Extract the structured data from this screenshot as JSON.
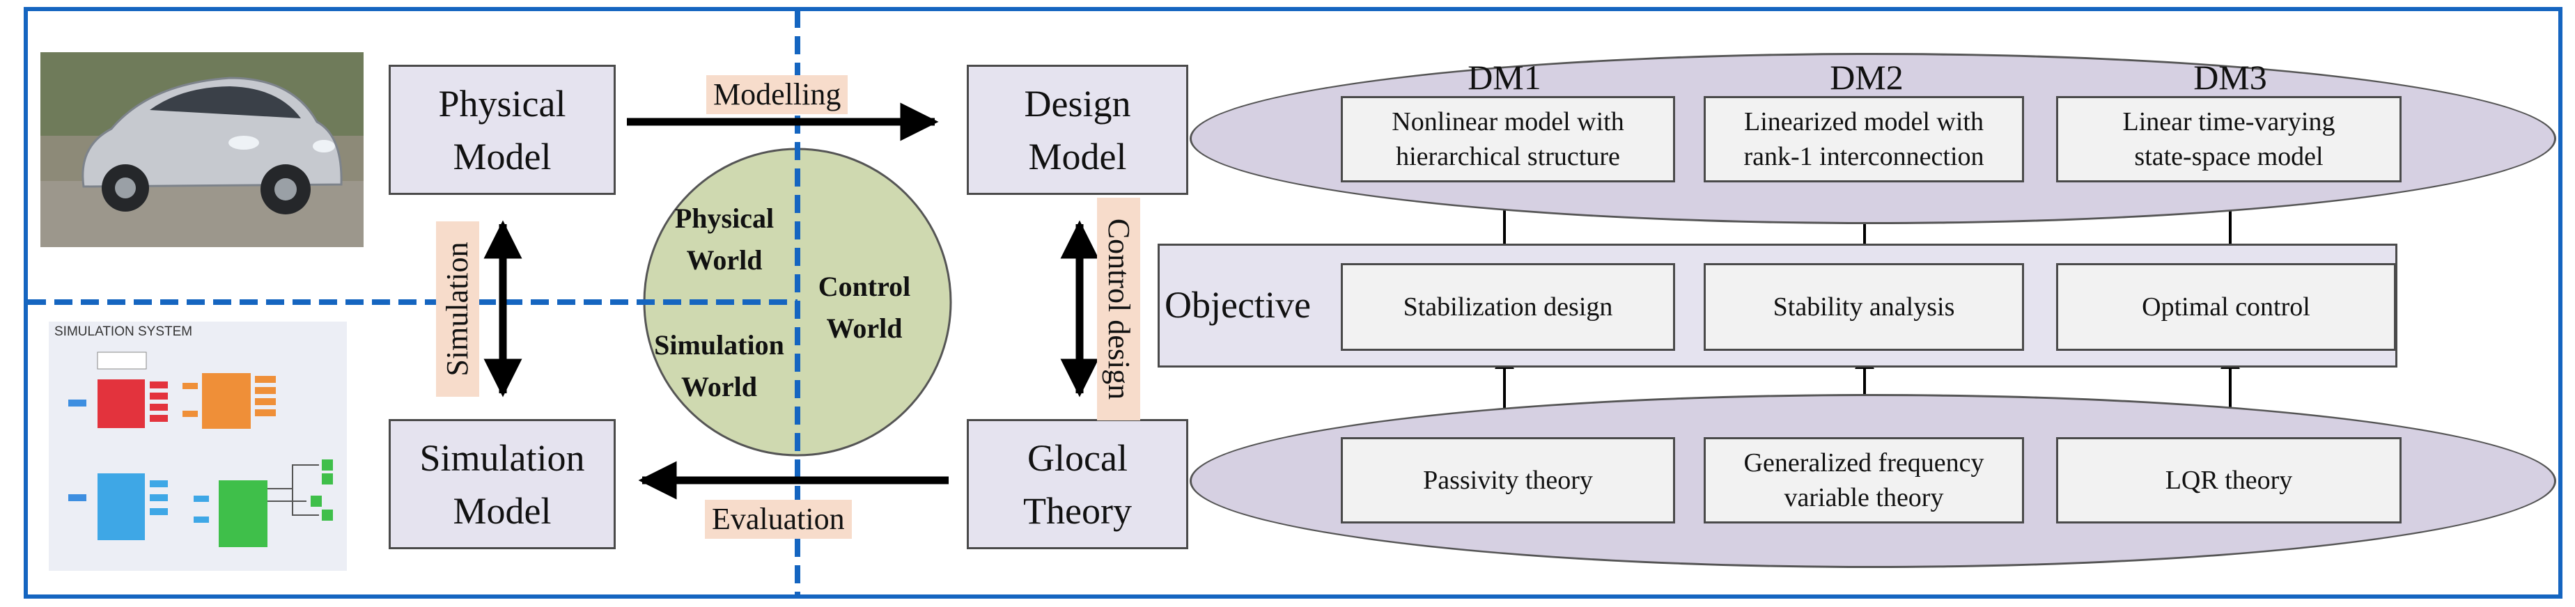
{
  "left": {
    "physical_model": [
      "Physical",
      "Model"
    ],
    "design_model": [
      "Design",
      "Model"
    ],
    "simulation_model": [
      "Simulation",
      "Model"
    ],
    "glocal_theory": [
      "Glocal",
      "Theory"
    ],
    "modelling": "Modelling",
    "evaluation": "Evaluation",
    "simulation": "Simulation",
    "control_design": "Control design",
    "simulation_system_title": "SIMULATION SYSTEM"
  },
  "circle": {
    "physical_world": [
      "Physical",
      "World"
    ],
    "control_world": [
      "Control",
      "World"
    ],
    "simulation_world": [
      "Simulation",
      "World"
    ]
  },
  "right": {
    "dm_labels": [
      "DM1",
      "DM2",
      "DM3"
    ],
    "objective": "Objective",
    "models": [
      [
        "Nonlinear model with",
        "hierarchical structure"
      ],
      [
        "Linearized model with",
        "rank-1 interconnection"
      ],
      [
        "Linear time-varying",
        "state-space model"
      ]
    ],
    "objectives": [
      "Stabilization design",
      "Stability analysis",
      "Optimal control"
    ],
    "theories": [
      [
        "Passivity theory"
      ],
      [
        "Generalized frequency",
        "variable theory"
      ],
      [
        "LQR theory"
      ]
    ]
  },
  "colors": {
    "frame": "#1565c0",
    "dashed": "#1565c0",
    "box_fill": "#e5e3ef",
    "ellipse_fill": "#d6d0e2",
    "circle_fill": "#cfd9b0",
    "tag_fill": "#f7dccb"
  }
}
